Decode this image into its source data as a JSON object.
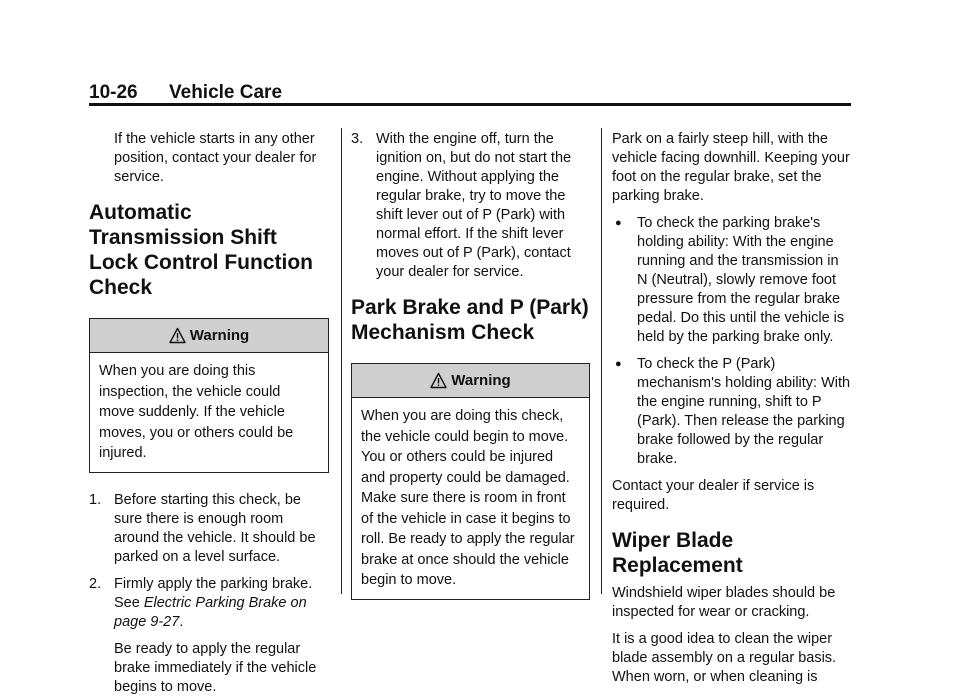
{
  "header": {
    "page_number": "10-26",
    "section": "Vehicle Care"
  },
  "col1": {
    "intro": "If the vehicle starts in any other position, contact your dealer for service.",
    "heading": "Automatic Transmission Shift Lock Control Function Check",
    "warning": {
      "label": "Warning",
      "text": "When you are doing this inspection, the vehicle could move suddenly. If the vehicle moves, you or others could be injured."
    },
    "step1_num": "1.",
    "step1_text": "Before starting this check, be sure there is enough room around the vehicle. It should be parked on a level surface.",
    "step2_num": "2.",
    "step2_text": "Firmly apply the parking brake.",
    "step2_see": "See ",
    "step2_ref": "Electric Parking Brake on page 9-27",
    "step2_end": ".",
    "step2_note": "Be ready to apply the regular brake immediately if the vehicle begins to move."
  },
  "col2": {
    "step3_num": "3.",
    "step3_text": "With the engine off, turn the ignition on, but do not start the engine. Without applying the regular brake, try to move the shift lever out of P (Park) with normal effort. If the shift lever moves out of P (Park), contact your dealer for service.",
    "heading": "Park Brake and P (Park) Mechanism Check",
    "warning": {
      "label": "Warning",
      "text": "When you are doing this check, the vehicle could begin to move. You or others could be injured and property could be damaged. Make sure there is room in front of the vehicle in case it begins to roll. Be ready to apply the regular brake at once should the vehicle begin to move."
    }
  },
  "col3": {
    "intro": "Park on a fairly steep hill, with the vehicle facing downhill. Keeping your foot on the regular brake, set the parking brake.",
    "bullet1": "To check the parking brake's holding ability: With the engine running and the transmission in N (Neutral), slowly remove foot pressure from the regular brake pedal. Do this until the vehicle is held by the parking brake only.",
    "bullet2": "To check the P (Park) mechanism's holding ability: With the engine running, shift to P (Park). Then release the parking brake followed by the regular brake.",
    "contact": "Contact your dealer if service is required.",
    "heading": "Wiper Blade Replacement",
    "para1": "Windshield wiper blades should be inspected for wear or cracking.",
    "para2": "It is a good idea to clean the wiper blade assembly on a regular basis. When worn, or when cleaning is"
  }
}
